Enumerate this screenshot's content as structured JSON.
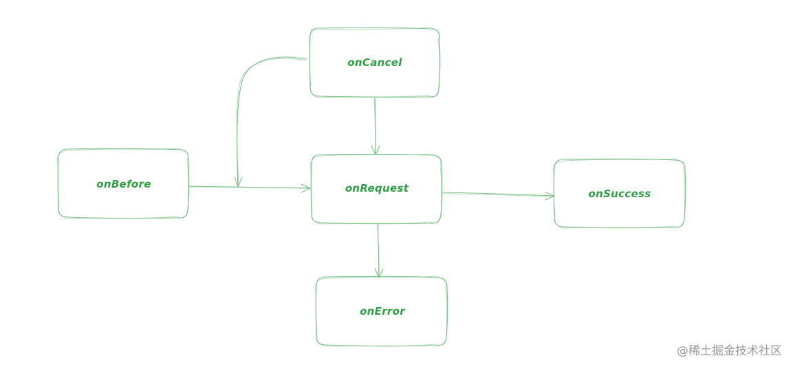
{
  "colors": {
    "stroke": "#7cc087",
    "text": "#2f9e44",
    "watermark": "#9a9a9a"
  },
  "nodes": {
    "on_before": "onBefore",
    "on_cancel": "onCancel",
    "on_request": "onRequest",
    "on_success": "onSuccess",
    "on_error": "onError"
  },
  "edges": [
    {
      "from": "onBefore",
      "to": "onRequest"
    },
    {
      "from": "onCancel",
      "to": "onRequest"
    },
    {
      "from": "onCancel",
      "to": "onBefore-onRequest"
    },
    {
      "from": "onRequest",
      "to": "onSuccess"
    },
    {
      "from": "onRequest",
      "to": "onError"
    }
  ],
  "watermark": "@稀土掘金技术社区"
}
